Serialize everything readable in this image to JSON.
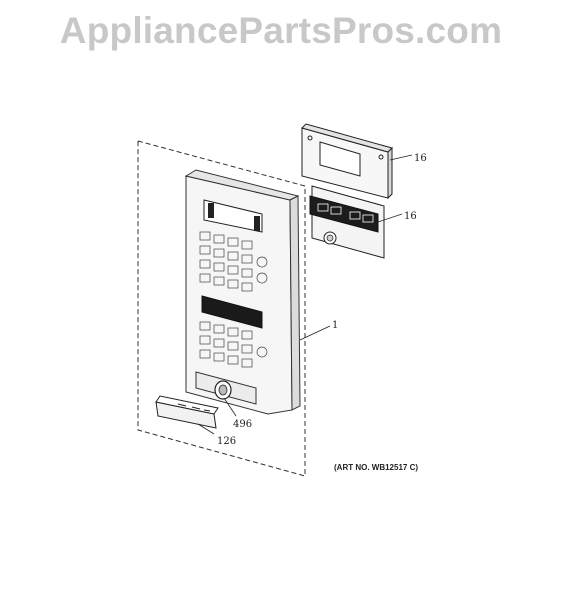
{
  "watermark": "AppliancePartsPros.com",
  "callouts": {
    "control_board": "16",
    "display_board": "16",
    "control_panel": "1",
    "knob": "496",
    "door_handle": "126"
  },
  "art_number": "(ART NO. WB12517 C)"
}
